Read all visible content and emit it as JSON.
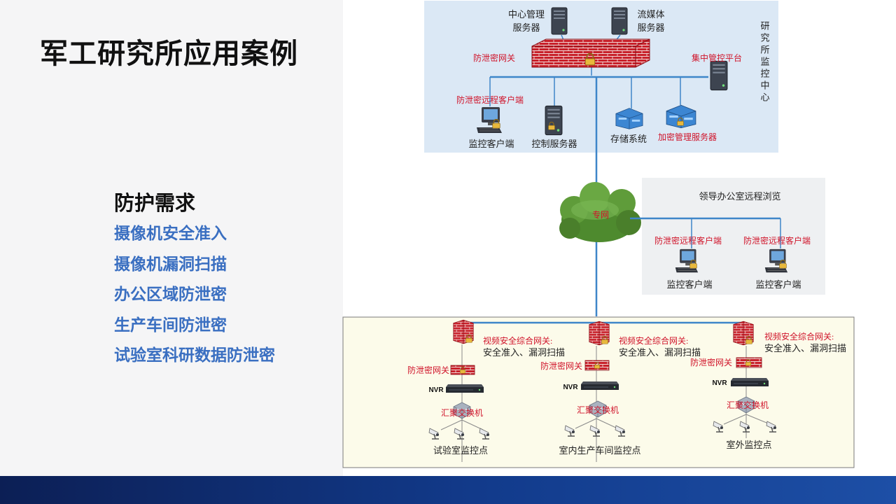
{
  "slide": {
    "title": "军工研究所应用案例",
    "requirements_heading": "防护需求",
    "requirements": [
      "摄像机安全准入",
      "摄像机漏洞扫描",
      "办公区域防泄密",
      "生产车间防泄密",
      "试验室科研数据防泄密"
    ]
  },
  "diagram": {
    "center": {
      "label": "研究所监控中心",
      "nodes": {
        "mgmt_server": [
          "中心管理",
          "服务器"
        ],
        "media_server": [
          "流媒体",
          "服务器"
        ],
        "gateway": "防泄密网关",
        "central_platform": "集中管控平台",
        "remote_client": "防泄密远程客户端",
        "monitor_client": "监控客户端",
        "control_server": "控制服务器",
        "storage": "存储系统",
        "encrypt_server": "加密管理服务器"
      }
    },
    "network": "专网",
    "office": {
      "title": "领导办公室远程浏览",
      "clients": [
        {
          "remote": "防泄密远程客户端",
          "label": "监控客户端"
        },
        {
          "remote": "防泄密远程客户端",
          "label": "监控客户端"
        }
      ]
    },
    "sites": [
      {
        "gateway": [
          "视频安全综合网关:",
          "安全准入、漏洞扫描"
        ],
        "leak_gateway": "防泄密网关",
        "nvr": "NVR",
        "switch": "汇聚交换机",
        "name": "试验室监控点"
      },
      {
        "gateway": [
          "视频安全综合网关:",
          "安全准入、漏洞扫描"
        ],
        "leak_gateway": "防泄密网关",
        "nvr": "NVR",
        "switch": "汇聚交换机",
        "name": "室内生产车间监控点"
      },
      {
        "gateway": [
          "视频安全综合网关:",
          "安全准入、漏洞扫描"
        ],
        "leak_gateway": "防泄密网关",
        "nvr": "NVR",
        "switch": "汇聚交换机",
        "name": "室外监控点"
      }
    ]
  }
}
